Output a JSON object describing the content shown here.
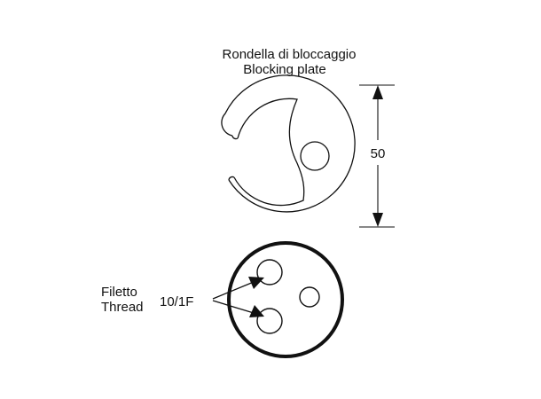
{
  "title_it": "Rondella di bloccaggio",
  "title_en": "Blocking plate",
  "dimension_label": "50",
  "thread_label_it": "Filetto",
  "thread_label_en": "Thread",
  "thread_spec": "10/1F",
  "colors": {
    "stroke": "#111111",
    "background": "#ffffff"
  }
}
